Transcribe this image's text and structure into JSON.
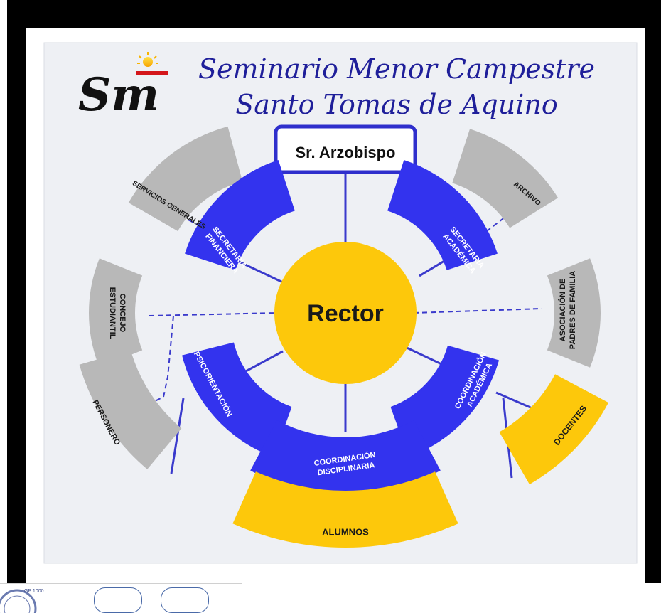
{
  "header": {
    "logo_letters": "Sm",
    "title_line1": "Seminario Menor Campestre",
    "title_line2": "Santo Tomas de Aquino"
  },
  "top_box": {
    "label": "Sr. Arzobispo"
  },
  "center": {
    "label": "Rector"
  },
  "blue_units": [
    {
      "id": "secretaria-financiera",
      "lines": [
        "SECRETARÍA",
        "FINANCIERA"
      ]
    },
    {
      "id": "secretaria-academica",
      "lines": [
        "SECRETARÍA",
        "ACADÉMICA"
      ]
    },
    {
      "id": "psicorientacion",
      "lines": [
        "PSICORIENTACIÓN"
      ]
    },
    {
      "id": "coordinacion-academica",
      "lines": [
        "COORDINACIÓN",
        "ACADÉMICA"
      ]
    },
    {
      "id": "coordinacion-disciplinaria",
      "lines": [
        "COORDINACIÓN",
        "DISCIPLINARIA"
      ]
    }
  ],
  "gray_units": [
    {
      "id": "servicios-generales",
      "lines": [
        "SERVICIOS GENERALES"
      ]
    },
    {
      "id": "archivo",
      "lines": [
        "ARCHIVO"
      ]
    },
    {
      "id": "concejo-estudiantil",
      "lines": [
        "CONCEJO",
        "ESTUDIANTIL"
      ]
    },
    {
      "id": "asociacion-padres",
      "lines": [
        "ASOCIACIÓN DE",
        "PADRES DE FAMILIA"
      ]
    },
    {
      "id": "personero",
      "lines": [
        "PERSONERO"
      ]
    }
  ],
  "yellow_units": [
    {
      "id": "docentes",
      "lines": [
        "DOCENTES"
      ]
    },
    {
      "id": "alumnos",
      "lines": [
        "ALUMNOS"
      ]
    }
  ],
  "footer": {
    "seal_text": "GP 1000"
  },
  "colors": {
    "blue": "#3333ee",
    "gray": "#b8b8b8",
    "yellow": "#fdc80b",
    "line": "#3a3acc",
    "background": "#eef0f4",
    "frame": "#000000",
    "title": "#1f1f9a"
  }
}
